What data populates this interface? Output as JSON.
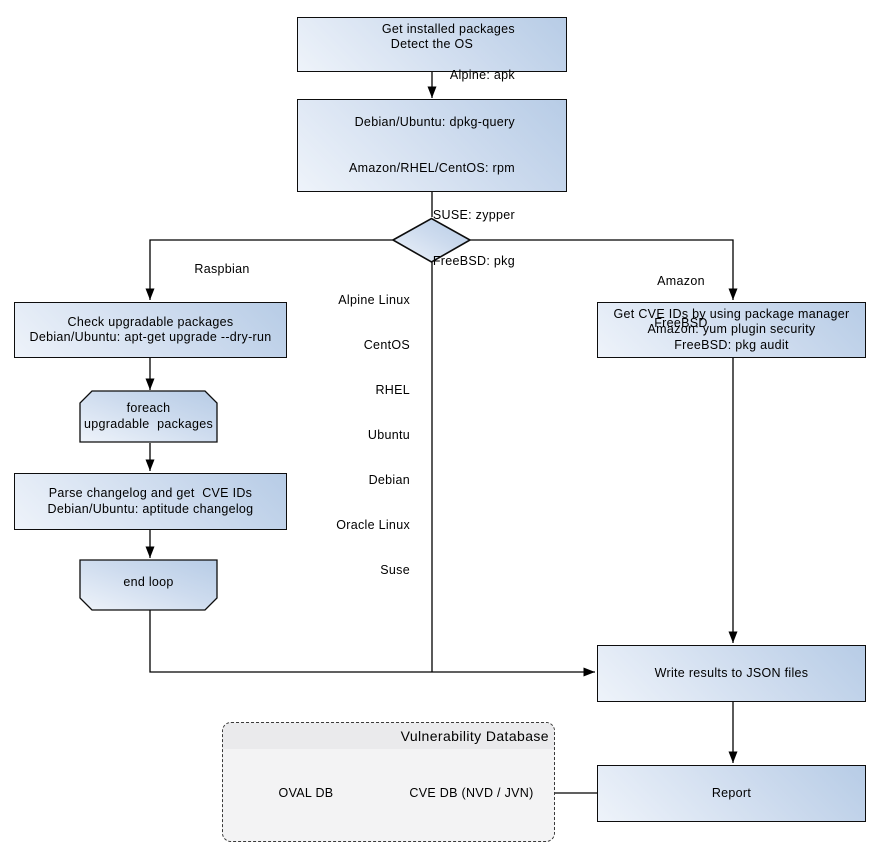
{
  "nodes": {
    "detect_os": {
      "label": "Detect the OS"
    },
    "get_installed_packages": {
      "lines": [
        "Get installed packages",
        "Alpine: apk",
        "Debian/Ubuntu: dpkg-query",
        "Amazon/RHEL/CentOS: rpm",
        "SUSE: zypper",
        "FreeBSD: pkg"
      ]
    },
    "check_upgradable": {
      "lines": [
        "Check upgradable packages",
        "Debian/Ubuntu: apt-get upgrade --dry-run"
      ]
    },
    "foreach_loop": {
      "lines": [
        "foreach",
        "upgradable  packages"
      ]
    },
    "parse_changelog": {
      "lines": [
        "Parse changelog and get  CVE IDs",
        "Debian/Ubuntu: aptitude changelog"
      ]
    },
    "end_loop": {
      "label": "end loop"
    },
    "get_cve_ids": {
      "lines": [
        "Get CVE IDs by using package manager",
        "Amazon: yum plugin security",
        "FreeBSD: pkg audit"
      ]
    },
    "write_results": {
      "label": "Write results to JSON files"
    },
    "report": {
      "label": "Report"
    }
  },
  "edge_labels": {
    "raspbian": "Raspbian",
    "os_list": [
      "Alpine Linux",
      "CentOS",
      "RHEL",
      "Ubuntu",
      "Debian",
      "Oracle Linux",
      "Suse"
    ],
    "package_manager_os": [
      "Amazon",
      "FreeBSD"
    ]
  },
  "database": {
    "title": "Vulnerability Database",
    "oval_db": "OVAL DB",
    "cve_db": "CVE DB (NVD / JVN)"
  },
  "colors": {
    "node_fill_dark": "#b7cce6",
    "node_fill_light": "#eef3fa",
    "node_border": "#0d0d0d",
    "connector": "#000000",
    "db_container_fill": "#f3f3f4",
    "db_header_fill": "#eaeaec"
  }
}
